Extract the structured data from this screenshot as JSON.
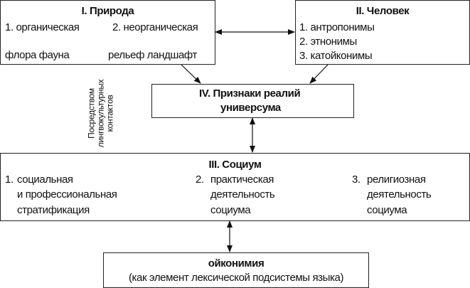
{
  "nature": {
    "title": "I. Природа",
    "organic": "1. органическая",
    "inorganic": "2. неорганическая",
    "organic_items": "флора фауна",
    "inorganic_items": "рельеф ландшафт"
  },
  "human": {
    "title": "II. Человек",
    "items": [
      "1. антропонимы",
      "2. этнонимы",
      "3. катойконимы"
    ]
  },
  "signs": {
    "line1": "IV. Признаки реалий",
    "line2": "универсума"
  },
  "side_label": [
    "Посредством",
    "лингвокультурных",
    "контактов"
  ],
  "society": {
    "title": "III. Социум",
    "columns": [
      {
        "num": "1.",
        "lines": [
          "социальная",
          "и профессиональная",
          "стратификация"
        ]
      },
      {
        "num": "2.",
        "lines": [
          "практическая",
          "деятельность",
          "социума"
        ]
      },
      {
        "num": "3.",
        "lines": [
          "религиозная",
          "деятельность",
          "социума"
        ]
      }
    ]
  },
  "oikonymy": {
    "title": "ойконимия",
    "subtitle": "(как элемент лексической подсистемы языка)"
  }
}
